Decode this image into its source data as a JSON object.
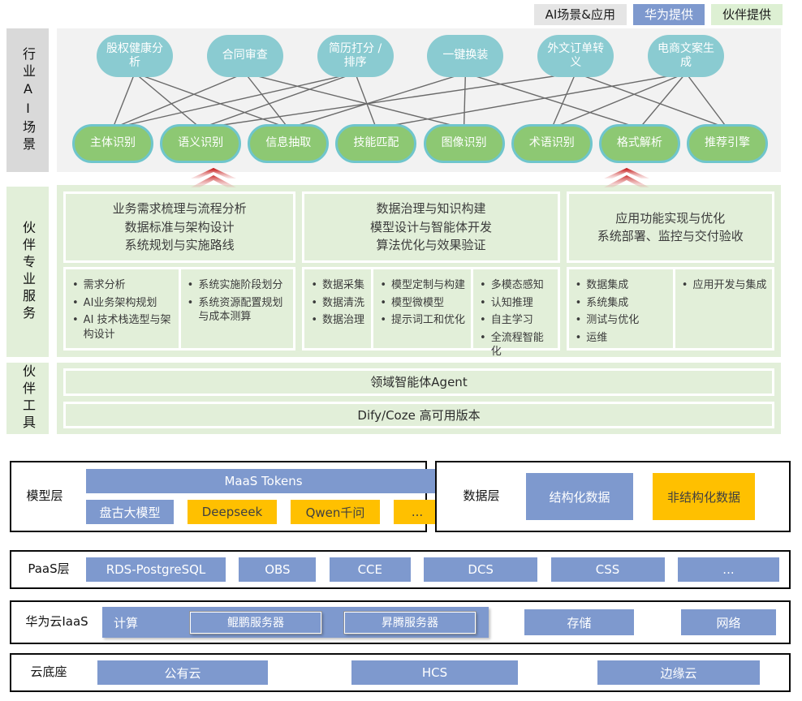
{
  "legend": {
    "items": [
      {
        "label": "AI场景&应用",
        "type": "app"
      },
      {
        "label": "华为提供",
        "type": "huawei"
      },
      {
        "label": "伙伴提供",
        "type": "partner"
      }
    ]
  },
  "scenario": {
    "side_label": "行业AI场景",
    "top_nodes": [
      "股权健康分\n析",
      "合同审查",
      "简历打分 /\n排序",
      "一键换装",
      "外文订单转\n义",
      "电商文案生\n成"
    ],
    "bottom_nodes": [
      "主体识别",
      "语义识别",
      "信息抽取",
      "技能匹配",
      "图像识别",
      "术语识别",
      "格式解析",
      "推荐引擎"
    ],
    "edges": [
      [
        0,
        0
      ],
      [
        0,
        1
      ],
      [
        0,
        2
      ],
      [
        1,
        0
      ],
      [
        1,
        2
      ],
      [
        1,
        4
      ],
      [
        2,
        0
      ],
      [
        2,
        1
      ],
      [
        2,
        3
      ],
      [
        3,
        2
      ],
      [
        3,
        4
      ],
      [
        3,
        6
      ],
      [
        4,
        1
      ],
      [
        4,
        5
      ],
      [
        4,
        7
      ],
      [
        5,
        3
      ],
      [
        5,
        5
      ],
      [
        5,
        6
      ],
      [
        5,
        7
      ]
    ]
  },
  "services": {
    "side_label": "伙伴专业服务",
    "groups": [
      {
        "header": [
          "业务需求梳理与流程分析",
          "数据标准与架构设计",
          "系统规划与实施路线"
        ],
        "columns": [
          [
            "需求分析",
            "AI业务架构规划",
            "AI 技术栈选型与架构设计"
          ],
          [
            "系统实施阶段划分",
            "系统资源配置规划与成本测算"
          ]
        ]
      },
      {
        "header": [
          "数据治理与知识构建",
          "模型设计与智能体开发",
          "算法优化与效果验证"
        ],
        "columns": [
          [
            "数据采集",
            "数据清洗",
            "数据治理"
          ],
          [
            "模型定制与构建",
            "模型微模型",
            "提示词工和优化"
          ],
          [
            "多模态感知",
            "认知推理",
            "自主学习",
            "全流程智能化"
          ]
        ]
      },
      {
        "header": [
          "应用功能实现与优化",
          "系统部署、监控与交付验收"
        ],
        "columns": [
          [
            "数据集成",
            "系统集成",
            "测试与优化",
            "运维"
          ],
          [
            "应用开发与集成"
          ]
        ]
      }
    ]
  },
  "tools": {
    "side_label": "伙伴工具",
    "bars": [
      "领域智能体Agent",
      "Dify/Coze 高可用版本"
    ]
  },
  "model_layer": {
    "label": "模型层",
    "maas": "MaaS Tokens",
    "chips": [
      {
        "label": "盘古大模型",
        "color": "blue"
      },
      {
        "label": "Deepseek",
        "color": "yellow"
      },
      {
        "label": "Qwen千问",
        "color": "yellow"
      },
      {
        "label": "...",
        "color": "yellow"
      }
    ]
  },
  "data_layer": {
    "label": "数据层",
    "chips": [
      {
        "label": "结构化数据",
        "color": "blue"
      },
      {
        "label": "非结构化数据",
        "color": "yellow"
      }
    ]
  },
  "paas_layer": {
    "label": "PaaS层",
    "chips": [
      "RDS-PostgreSQL",
      "OBS",
      "CCE",
      "DCS",
      "CSS",
      "..."
    ]
  },
  "iaas_layer": {
    "label": "华为云IaaS",
    "compute": {
      "label": "计算",
      "servers": [
        "鲲鹏服务器",
        "昇腾服务器"
      ]
    },
    "chips": [
      "存储",
      "网络"
    ]
  },
  "base_layer": {
    "label": "云底座",
    "chips": [
      "公有云",
      "HCS",
      "边缘云"
    ]
  },
  "colors": {
    "huawei_blue": "#7E99CE",
    "partner_green": "#E2EFD9",
    "accent_yellow": "#FFC000",
    "teal_node": "#8ACBD1",
    "green_node": "#8DC873",
    "node_border_teal": "#6FC5CC",
    "label_gray": "#D9D9D9",
    "scenario_bg": "#F2F2F2",
    "chevron_red": "#C00000",
    "line_gray": "#6A6A6A"
  }
}
